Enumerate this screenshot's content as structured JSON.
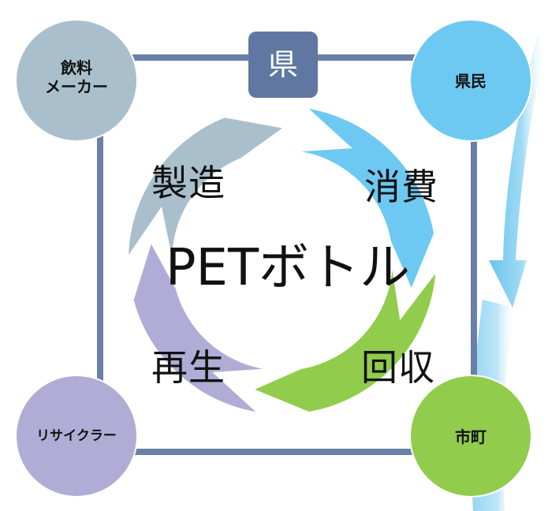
{
  "center_label": "PETボトル",
  "top_box_label": "県",
  "stages": {
    "production": "製造",
    "consumption": "消費",
    "recycling": "再生",
    "collection": "回収"
  },
  "nodes": {
    "beverage_maker": {
      "line1": "飲料",
      "line2": "メーカー",
      "color": "#a9bfcc"
    },
    "residents": {
      "label": "県民",
      "color": "#6ec9f2"
    },
    "recycler": {
      "label": "リサイクラー",
      "color": "#b0acd6"
    },
    "municipality": {
      "label": "市町",
      "color": "#91cc4c"
    }
  },
  "colors": {
    "frame": "#6b80a8",
    "top_box": "#5f77a1",
    "arrow_production": "#a9bfcc",
    "arrow_consumption": "#6ec9f2",
    "arrow_collection": "#91cc4c",
    "arrow_recycling": "#b0acd6",
    "side_arrow": "#6ec9f2"
  }
}
